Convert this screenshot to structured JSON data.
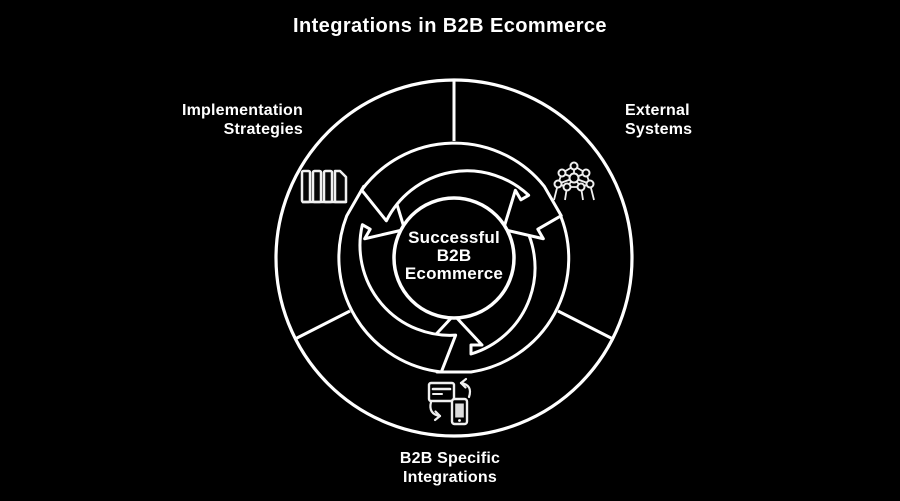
{
  "title": "Integrations in B2B Ecommerce",
  "center": {
    "lines": [
      "Successful",
      "B2B",
      "Ecommerce"
    ]
  },
  "segments": [
    {
      "id": "implementation-strategies",
      "label_lines": [
        "Implementation",
        "Strategies"
      ],
      "icon": "strategy-boards-icon",
      "position": "upper-left"
    },
    {
      "id": "external-systems",
      "label_lines": [
        "External",
        "Systems"
      ],
      "icon": "network-nodes-icon",
      "position": "upper-right"
    },
    {
      "id": "b2b-specific-integrations",
      "label_lines": [
        "B2B Specific",
        "Integrations"
      ],
      "icon": "device-sync-icon",
      "position": "bottom"
    }
  ],
  "colors": {
    "background": "#000000",
    "stroke": "#ffffff",
    "text": "#ffffff"
  }
}
